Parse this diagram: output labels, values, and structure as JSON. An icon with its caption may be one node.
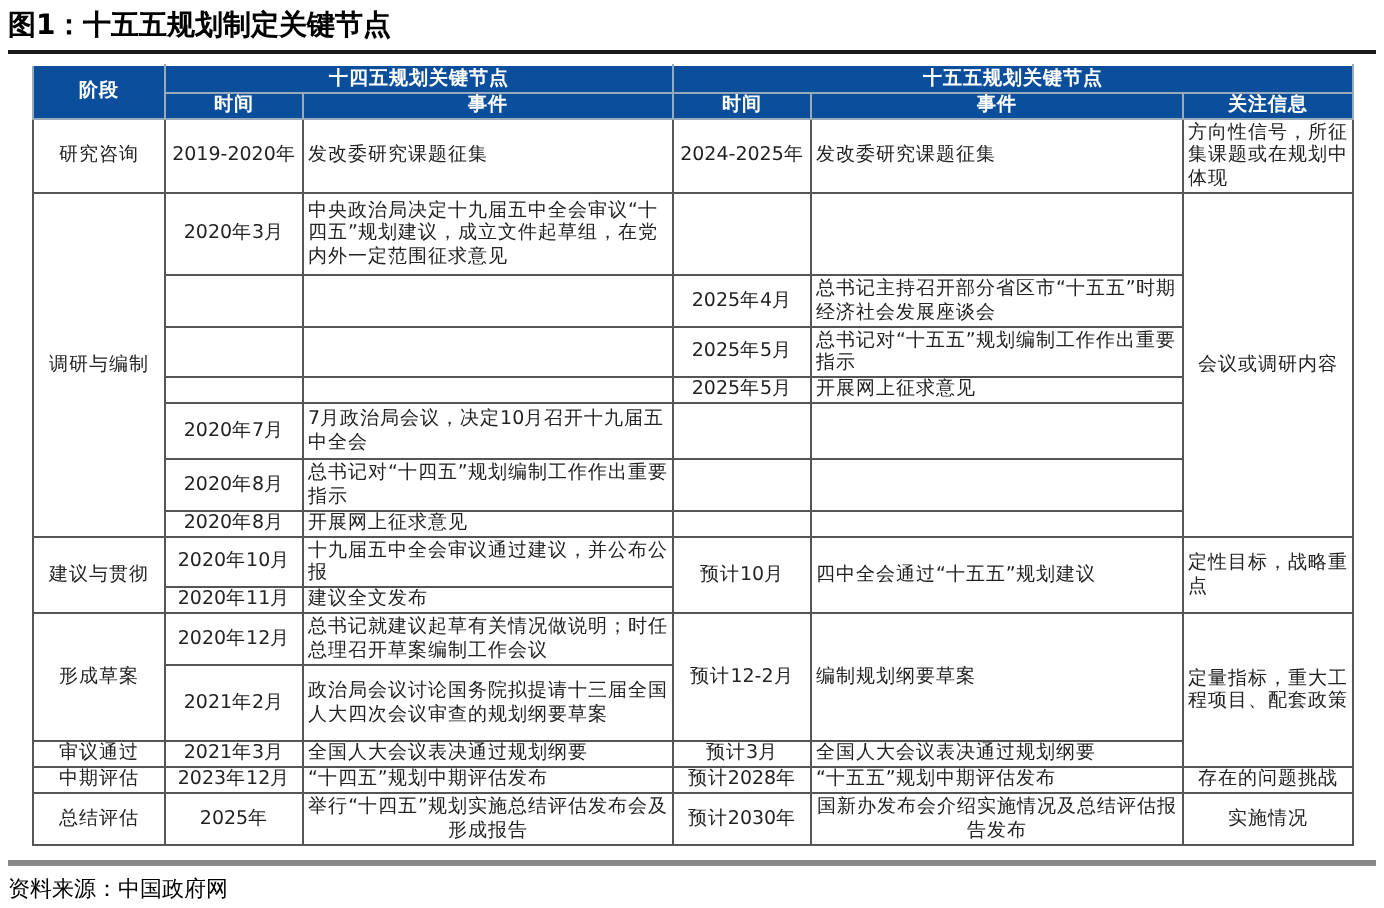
{
  "diagram": {
    "title": "图1：十五五规划制定关键节点",
    "caption": "资料来源：中国政府网",
    "labels": [
      "阶段",
      "十四五规划关键节点",
      "十五五规划关键节点",
      "时间",
      "事件",
      "时间",
      "事件",
      "关注信息",
      "研究咨询",
      "2019-2020年",
      "发改委研究课题征集",
      "2024-2025年",
      "发改委研究课题征集",
      "方向性信号，所征集课题或在规划中体现",
      "调研与编制",
      "2020年3月",
      "中央政治局决定十九届五中全会审议“十四五”规划建议，成立文件起草组，在党内外一定范围征求意见",
      "会议或调研内容",
      "2025年4月",
      "总书记主持召开部分省区市“十五五”时期经济社会发展座谈会",
      "2025年5月",
      "总书记对“十五五”规划编制工作作出重要指示",
      "2025年5月",
      "开展网上征求意见",
      "2020年7月",
      "7月政治局会议，决定10月召开十九届五中全会",
      "2020年8月",
      "总书记对“十四五”规划编制工作作出重要指示",
      "2020年8月",
      "开展网上征求意见",
      "建议与贯彻",
      "2020年10月",
      "十九届五中全会审议通过建议，并公布公报",
      "预计10月",
      "四中全会通过“十五五”规划建议",
      "定性目标，战略重点",
      "2020年11月",
      "建议全文发布",
      "形成草案",
      "2020年12月",
      "总书记就建议起草有关情况做说明；时任总理召开草案编制工作会议",
      "预计12-2月",
      "编制规划纲要草案",
      "定量指标，重大工程项目、配套政策",
      "2021年2月",
      "政治局会议讨论国务院拟提请十三届全国人大四次会议审查的规划纲要草案",
      "审议通过",
      "2021年3月",
      "全国人大会议表决通过规划纲要",
      "预计3月",
      "全国人大会议表决通过规划纲要",
      "中期评估",
      "2023年12月",
      "“十四五”规划中期评估发布",
      "预计2028年",
      "“十五五”规划中期评估发布",
      "存在的问题挑战",
      "总结评估",
      "2025年",
      "举行“十四五”规划实施总结评估发布会及形成报告",
      "预计2030年",
      "国新办发布会介绍实施情况及总结评估报告发布",
      "实施情况"
    ]
  }
}
